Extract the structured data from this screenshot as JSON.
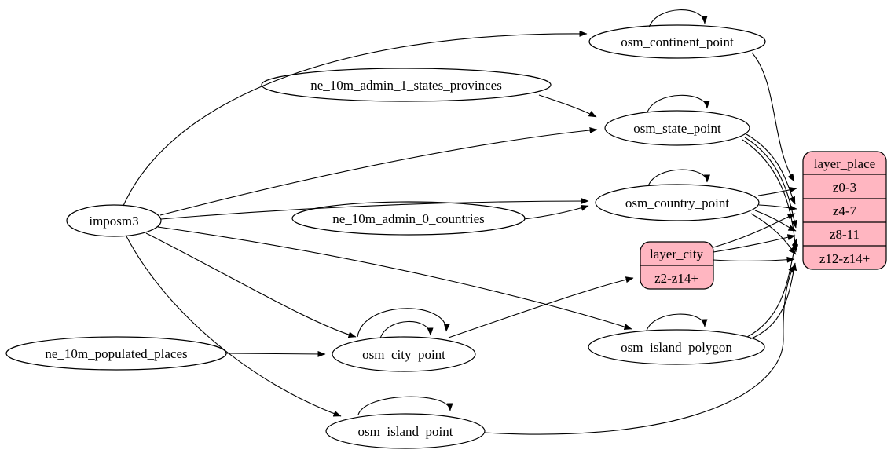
{
  "diagram": {
    "type": "graphviz-etl-flow",
    "colors": {
      "background": "#ffffff",
      "node_fill": "#ffffff",
      "record_fill": "#ffb6c1",
      "stroke": "#000000"
    },
    "nodes": {
      "imposm3": "imposm3",
      "ne_10m_admin_1_states_provinces": "ne_10m_admin_1_states_provinces",
      "ne_10m_admin_0_countries": "ne_10m_admin_0_countries",
      "ne_10m_populated_places": "ne_10m_populated_places",
      "osm_continent_point": "osm_continent_point",
      "osm_state_point": "osm_state_point",
      "osm_country_point": "osm_country_point",
      "osm_city_point": "osm_city_point",
      "osm_island_polygon": "osm_island_polygon",
      "osm_island_point": "osm_island_point"
    },
    "records": {
      "layer_place": {
        "title": "layer_place",
        "rows": [
          "z0-3",
          "z4-7",
          "z8-11",
          "z12-z14+"
        ]
      },
      "layer_city": {
        "title": "layer_city",
        "rows": [
          "z2-z14+"
        ]
      }
    },
    "edges": [
      {
        "from": "imposm3",
        "to": "osm_continent_point"
      },
      {
        "from": "imposm3",
        "to": "osm_state_point"
      },
      {
        "from": "imposm3",
        "to": "osm_country_point"
      },
      {
        "from": "imposm3",
        "to": "osm_city_point"
      },
      {
        "from": "imposm3",
        "to": "osm_island_polygon"
      },
      {
        "from": "imposm3",
        "to": "osm_island_point"
      },
      {
        "from": "ne_10m_admin_1_states_provinces",
        "to": "osm_state_point"
      },
      {
        "from": "ne_10m_admin_0_countries",
        "to": "osm_country_point"
      },
      {
        "from": "ne_10m_populated_places",
        "to": "osm_city_point"
      },
      {
        "from": "osm_continent_point",
        "to": "osm_continent_point"
      },
      {
        "from": "osm_state_point",
        "to": "osm_state_point"
      },
      {
        "from": "osm_country_point",
        "to": "osm_country_point"
      },
      {
        "from": "osm_city_point",
        "to": "osm_city_point"
      },
      {
        "from": "osm_city_point",
        "to": "osm_city_point"
      },
      {
        "from": "osm_island_polygon",
        "to": "osm_island_polygon"
      },
      {
        "from": "osm_island_point",
        "to": "osm_island_point"
      },
      {
        "from": "osm_city_point",
        "to": "layer_city:z2-z14+"
      },
      {
        "from": "osm_continent_point",
        "to": "layer_place:z0-3"
      },
      {
        "from": "osm_country_point",
        "to": "layer_place:z0-3"
      },
      {
        "from": "osm_country_point",
        "to": "layer_place:z4-7"
      },
      {
        "from": "osm_country_point",
        "to": "layer_place:z8-11"
      },
      {
        "from": "osm_country_point",
        "to": "layer_place:z12-z14+"
      },
      {
        "from": "osm_state_point",
        "to": "layer_place:z4-7"
      },
      {
        "from": "osm_state_point",
        "to": "layer_place:z8-11"
      },
      {
        "from": "osm_state_point",
        "to": "layer_place:z12-z14+"
      },
      {
        "from": "layer_city:z2-z14+",
        "to": "layer_place:z4-7"
      },
      {
        "from": "layer_city:z2-z14+",
        "to": "layer_place:z8-11"
      },
      {
        "from": "layer_city:z2-z14+",
        "to": "layer_place:z12-z14+"
      },
      {
        "from": "osm_island_polygon",
        "to": "layer_place:z8-11"
      },
      {
        "from": "osm_island_polygon",
        "to": "layer_place:z12-z14+"
      },
      {
        "from": "osm_island_point",
        "to": "layer_place:z12-z14+"
      }
    ]
  }
}
